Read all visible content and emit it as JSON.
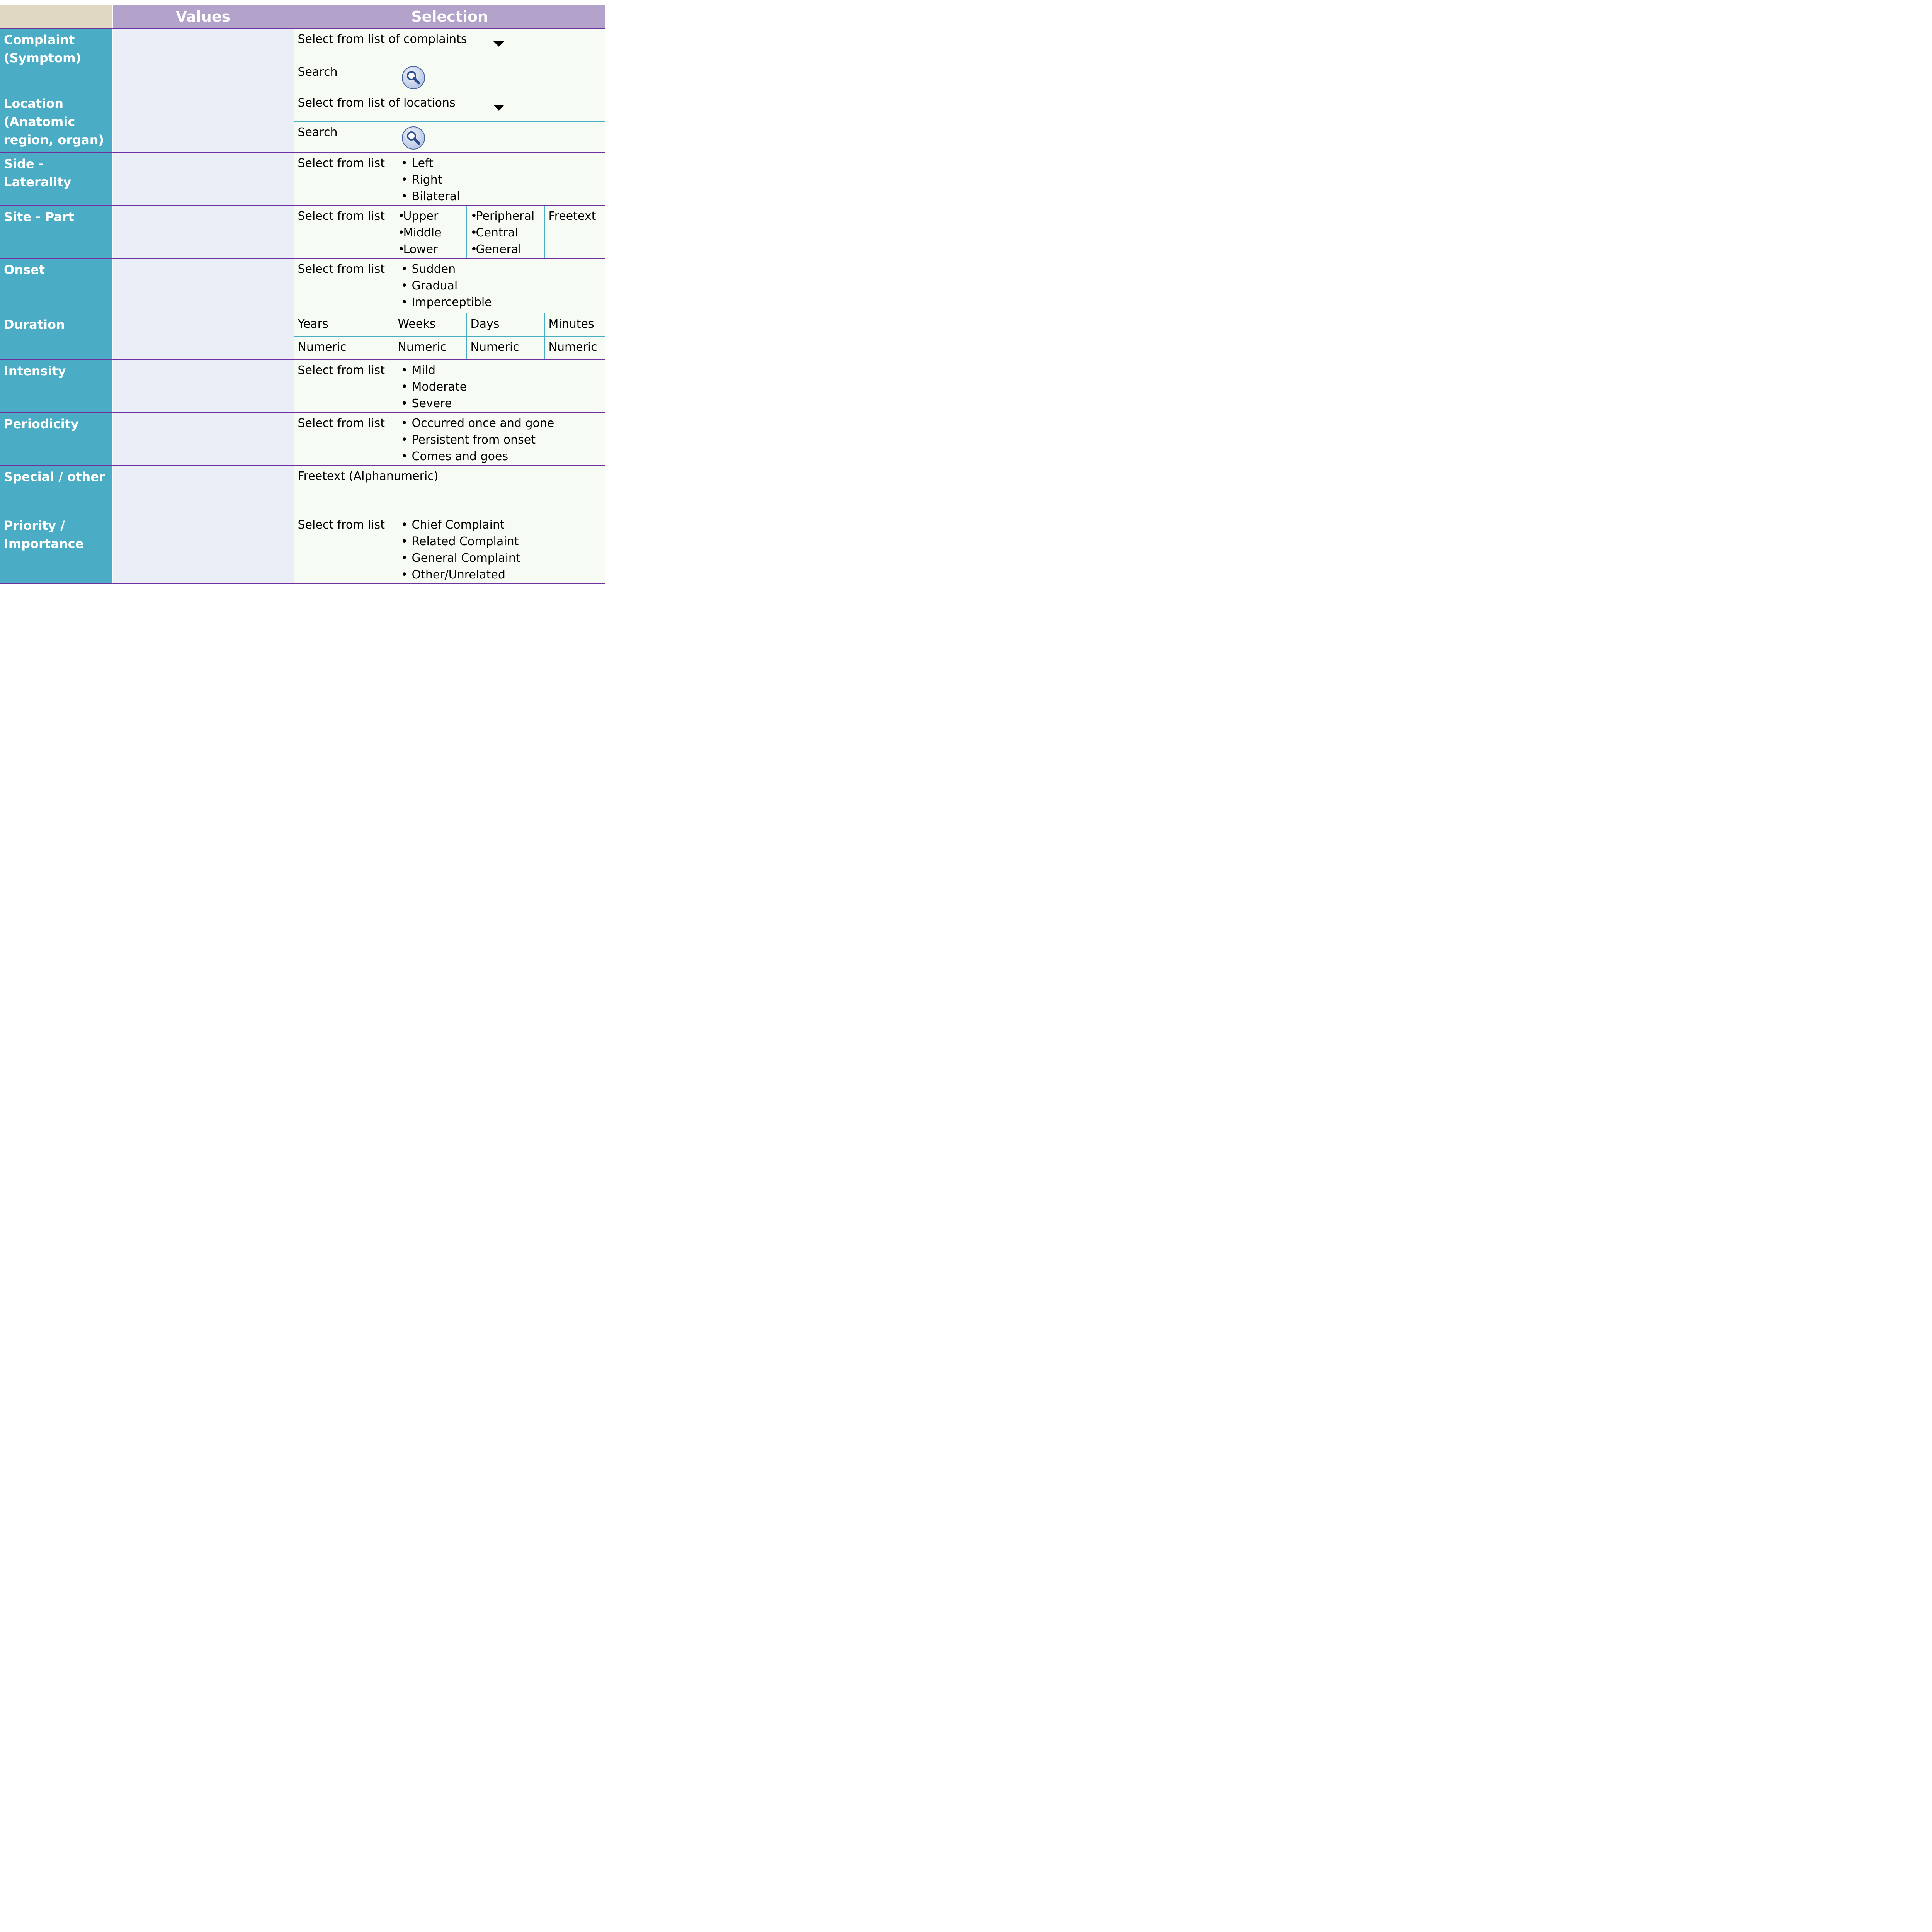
{
  "header": {
    "values_label": "Values",
    "selection_label": "Selection"
  },
  "labels": {
    "complaint": "Complaint (Symptom)",
    "location": "Location (Anatomic region, organ)",
    "side": "Side - Laterality",
    "site": "Site - Part",
    "onset": "Onset",
    "duration": "Duration",
    "intensity": "Intensity",
    "periodicity": "Periodicity",
    "special": "Special / other",
    "priority": "Priority / Importance"
  },
  "complaint": {
    "dropdown_text": "Select from list of complaints",
    "search_label": "Search",
    "search_icon": "magnifier-icon"
  },
  "location": {
    "dropdown_text": "Select from list of locations",
    "search_label": "Search",
    "search_icon": "magnifier-icon"
  },
  "select_from_list": "Select from list",
  "bullet": "•",
  "side_options": [
    "Left",
    "Right",
    "Bilateral"
  ],
  "site_options_a": [
    "Upper",
    "Middle",
    "Lower"
  ],
  "site_options_b": [
    "Peripheral",
    "Central",
    "General"
  ],
  "site_freetext": "Freetext",
  "onset_options": [
    "Sudden",
    "Gradual",
    "Imperceptible"
  ],
  "duration": {
    "units": [
      "Years",
      "Weeks",
      "Days",
      "Minutes"
    ],
    "types": [
      "Numeric",
      "Numeric",
      "Numeric",
      "Numeric"
    ]
  },
  "intensity_options": [
    "Mild",
    "Moderate",
    "Severe"
  ],
  "periodicity_options": [
    "Occurred once and gone",
    "Persistent from onset",
    "Comes and goes"
  ],
  "special_text": "Freetext (Alphanumeric)",
  "priority_options": [
    "Chief Complaint",
    "Related Complaint",
    "General Complaint",
    "Other/Unrelated"
  ],
  "colors": {
    "header_bg": "#b3a2c9",
    "label_bg": "#4bacc6",
    "values_bg": "#eaeff7",
    "selection_bg": "#f6fbf4",
    "row_border": "#7030a0"
  }
}
